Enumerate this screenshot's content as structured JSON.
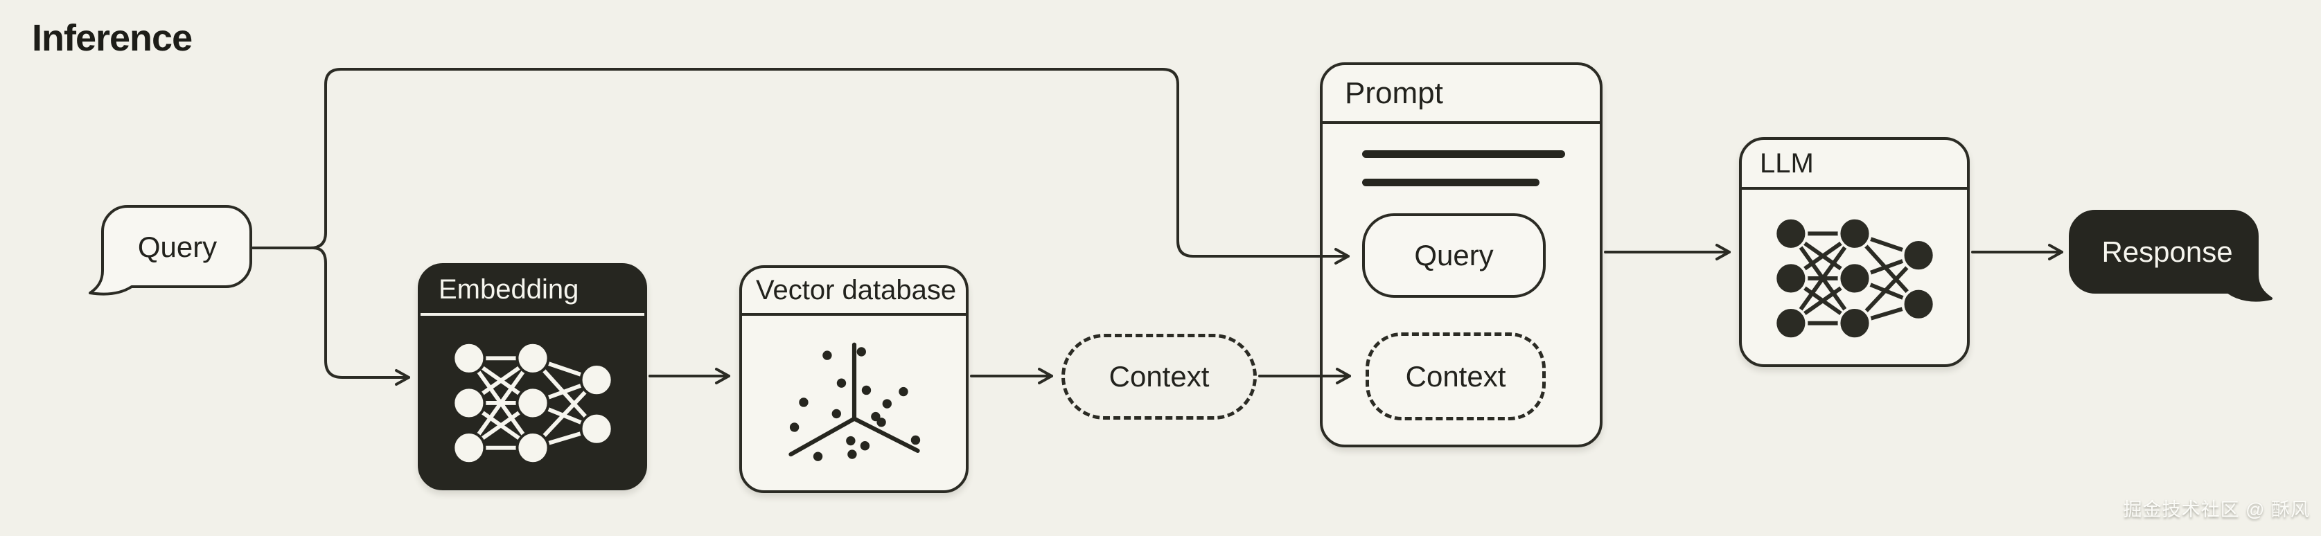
{
  "title": "Inference",
  "watermark": "掘金技术社区 @ 酥风",
  "colors": {
    "background": "#f2f1ea",
    "ink": "#2b2b24",
    "dark_fill": "#262620",
    "panel_fill": "#f7f6f0",
    "bubble_fill": "#f8f7f2",
    "light_text": "#f6f5ee"
  },
  "nodes": {
    "query": {
      "label": "Query",
      "icon": "speech-bubble-left-tail"
    },
    "embedding": {
      "label": "Embedding",
      "icon": "neural-network-icon"
    },
    "vector_database": {
      "label": "Vector database",
      "icon": "vector-axes-scatter-icon"
    },
    "context": {
      "label": "Context"
    },
    "prompt": {
      "label": "Prompt",
      "slots": {
        "query": "Query",
        "context": "Context"
      }
    },
    "llm": {
      "label": "LLM",
      "icon": "neural-network-icon"
    },
    "response": {
      "label": "Response",
      "icon": "speech-bubble-right-tail"
    }
  },
  "edges": [
    "query-to-prompt-query",
    "query-to-embedding",
    "embedding-to-vector-database",
    "vector-database-to-context",
    "context-to-prompt-context",
    "prompt-to-llm",
    "llm-to-response"
  ]
}
